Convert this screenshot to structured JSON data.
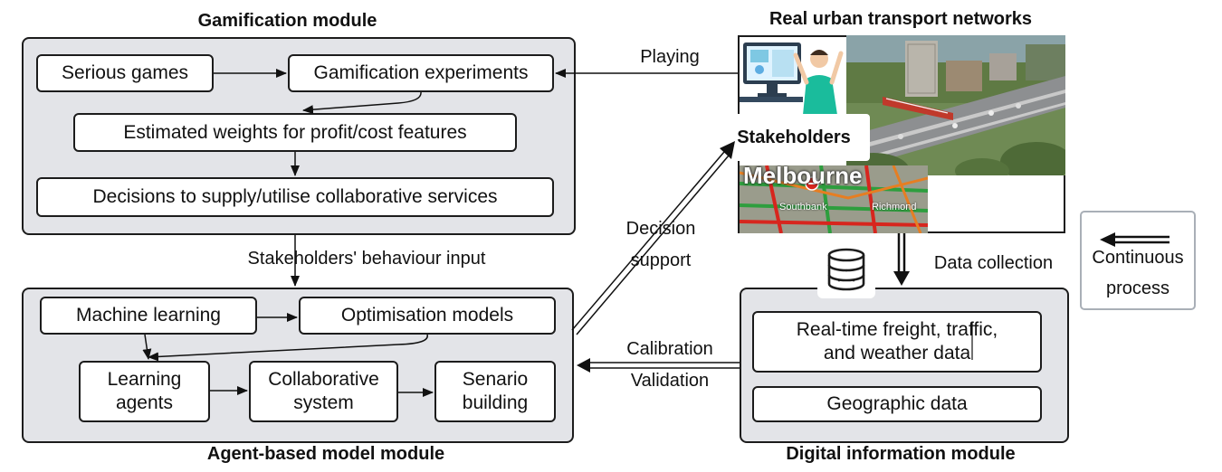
{
  "gamification": {
    "title": "Gamification module",
    "serious_games": "Serious games",
    "experiments": "Gamification experiments",
    "weights": "Estimated weights for profit/cost features",
    "decisions": "Decisions to supply/utilise collaborative services"
  },
  "agent": {
    "title": "Agent-based model module",
    "ml": "Machine learning",
    "opt": "Optimisation models",
    "learning": "Learning\nagents",
    "collab": "Collaborative\nsystem",
    "scenario": "Senario\nbuilding"
  },
  "digital": {
    "title": "Digital information module",
    "realtime": "Real-time freight, traffic,\nand weather data",
    "geo": "Geographic data"
  },
  "urban": {
    "title": "Real urban transport networks",
    "stakeholders": "Stakeholders",
    "map_city": "Melbourne",
    "map_suburb1": "Southbank",
    "map_suburb2": "Richmond"
  },
  "labels": {
    "playing": "Playing",
    "behaviour": "Stakeholders' behaviour input",
    "decision_support": "Decision\nsupport",
    "data_collection": "Data collection",
    "calibration": "Calibration",
    "validation": "Validation"
  },
  "legend": {
    "text": "Continuous\nprocess"
  }
}
